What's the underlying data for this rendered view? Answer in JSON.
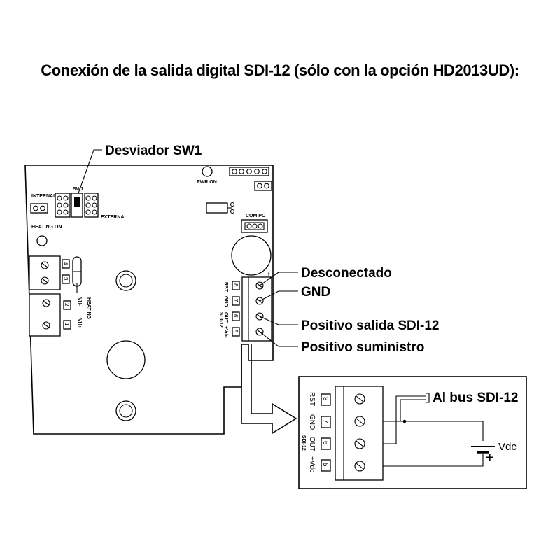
{
  "title": "Conexión de la salida digital SDI-12 (sólo con la opción HD2013UD):",
  "callouts": {
    "switch": "Desviador SW1",
    "terminal8": "Desconectado",
    "terminal7": "GND",
    "terminal6": "Positivo salida SDI-12",
    "terminal5": "Positivo suministro"
  },
  "board": {
    "pwr_on": "PWR ON",
    "sw1": "SW1",
    "internal": "INTERNAL",
    "external": "EXTERNAL",
    "heating_on": "HEATING ON",
    "com_pc": "COM PC",
    "plus": "+",
    "heating": "HEATING",
    "vh_plus": "VH+",
    "vh_minus": "VH-",
    "sdi_label": "SDI-12",
    "terminal_names": [
      "RST",
      "GND",
      "OUT",
      "+Vdc"
    ],
    "terminal_numbers": [
      "8",
      "7",
      "6",
      "5"
    ],
    "left_numbers": [
      "4",
      "3",
      "2",
      "1"
    ]
  },
  "detail": {
    "bus_label": "Al bus SDI-12",
    "vdc_label": "Vdc",
    "battery_plus": "+",
    "terminal_names": [
      "RST",
      "GND",
      "OUT",
      "+Vdc"
    ],
    "terminal_numbers": [
      "8",
      "7",
      "6",
      "5"
    ],
    "sdi_label": "SDI-12"
  }
}
